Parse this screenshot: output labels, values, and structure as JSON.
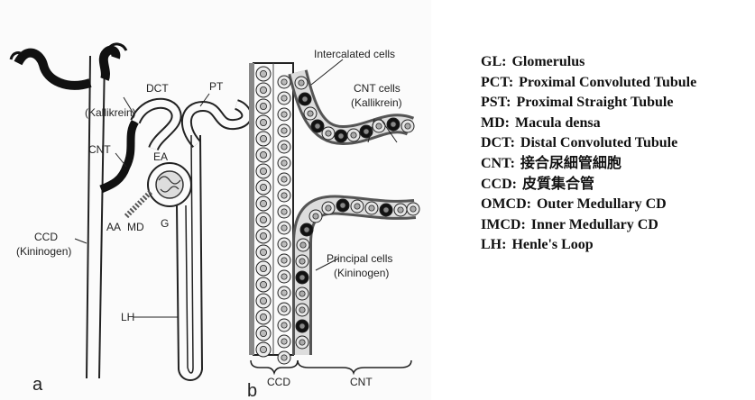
{
  "diagram": {
    "panel_a_labels": {
      "kallikrein": "(Kallikrein)",
      "dct": "DCT",
      "pt": "PT",
      "cnt": "CNT",
      "ea": "EA",
      "md": "MD",
      "aa": "AA",
      "g": "G",
      "ccd": "CCD",
      "kininogen": "(Kininogen)",
      "lh": "LH",
      "letter": "a"
    },
    "panel_b_labels": {
      "intercalated": "Intercalated cells",
      "cnt_cells": "CNT cells",
      "cnt_kallikrein": "(Kallikrein)",
      "principal": "Principal cells",
      "principal_kininogen": "(Kininogen)",
      "ccd": "CCD",
      "cnt": "CNT",
      "letter": "b"
    }
  },
  "legend": [
    {
      "abbr": "GL:",
      "text": "Glomerulus"
    },
    {
      "abbr": "PCT:",
      "text": "Proximal Convoluted Tubule"
    },
    {
      "abbr": "PST:",
      "text": "Proximal Straight Tubule"
    },
    {
      "abbr": "MD:",
      "text": "Macula densa"
    },
    {
      "abbr": "DCT:",
      "text": "Distal Convoluted Tubule"
    },
    {
      "abbr": "CNT:",
      "text": "接合尿細管細胞"
    },
    {
      "abbr": "CCD:",
      "text": "皮質集合管"
    },
    {
      "abbr": "OMCD:",
      "text": "Outer Medullary CD"
    },
    {
      "abbr": "IMCD:",
      "text": "Inner Medullary CD"
    },
    {
      "abbr": "LH:",
      "text": "Henle's Loop"
    }
  ]
}
